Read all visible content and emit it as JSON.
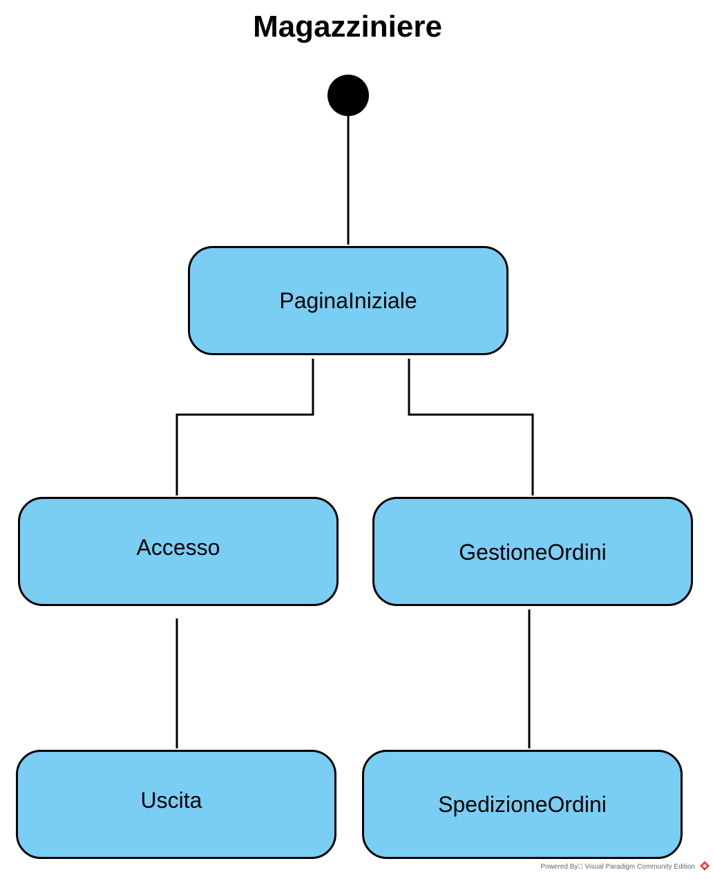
{
  "title": "Magazziniere",
  "states": {
    "pagina_iniziale": "PaginaIniziale",
    "accesso": "Accesso",
    "gestione_ordini": "GestioneOrdini",
    "uscita": "Uscita",
    "spedizione_ordini": "SpedizioneOrdini"
  },
  "watermark": "Powered By⃞ Visual Paradigm Community Edition",
  "colors": {
    "state_fill": "#7acdf3",
    "stroke": "#000000",
    "logo": "#e8433b"
  }
}
